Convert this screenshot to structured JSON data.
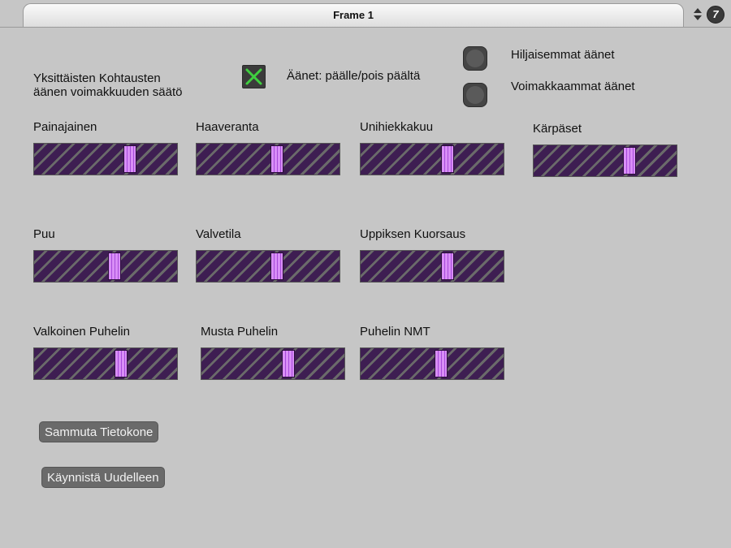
{
  "window": {
    "title": "Frame 1"
  },
  "icons": {
    "sort": "sort-arrows-icon",
    "logo": "circled-seven-icon",
    "check": "x-check-icon"
  },
  "colors": {
    "background": "#c6c6c6",
    "slider_track": "#3e1e52",
    "slider_knob": "#d98ef7",
    "check_mark": "#3fcf3f"
  },
  "header": {
    "volume_label_line1": "Yksittäisten Kohtausten",
    "volume_label_line2": "äänen voimakkuuden säätö",
    "sounds_toggle_label": "Äänet: päälle/pois päältä",
    "sounds_toggle_checked": true,
    "quieter_label": "Hiljaisemmat äänet",
    "louder_label": "Voimakkaammat äänet"
  },
  "sliders": [
    {
      "label": "Painajainen",
      "value": 0.67
    },
    {
      "label": "Haaveranta",
      "value": 0.56
    },
    {
      "label": "Unihiekkakuu",
      "value": 0.61
    },
    {
      "label": "Kärpäset",
      "value": 0.67
    },
    {
      "label": "Puu",
      "value": 0.56
    },
    {
      "label": "Valvetila",
      "value": 0.56
    },
    {
      "label": "Uppiksen Kuorsaus",
      "value": 0.61
    },
    {
      "label": "Valkoinen Puhelin",
      "value": 0.61
    },
    {
      "label": "Musta Puhelin",
      "value": 0.61
    },
    {
      "label": "Puhelin NMT",
      "value": 0.56
    }
  ],
  "buttons": {
    "shutdown": "Sammuta Tietokone",
    "restart": "Käynnistä Uudelleen"
  }
}
